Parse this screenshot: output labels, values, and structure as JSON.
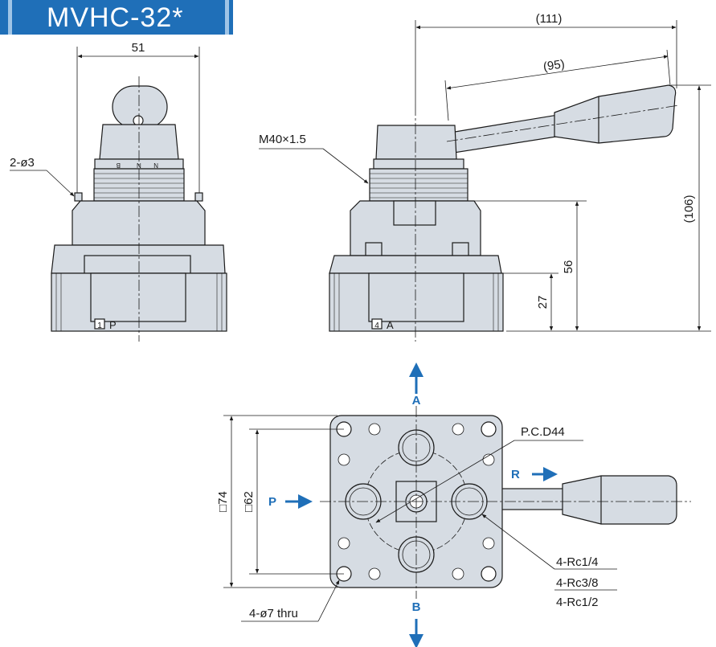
{
  "title": "MVHC-32*",
  "colors": {
    "banner": "#1f6fb8",
    "body": "#d6dce3",
    "outline": "#1a1a1a",
    "arrow": "#1f6fb8"
  },
  "dimensions": {
    "front_width": "51",
    "hole_label": "2-ø3",
    "thread_label": "M40×1.5",
    "length_111": "(111)",
    "length_95": "(95)",
    "height_106": "(106)",
    "height_56": "56",
    "height_27": "27",
    "square_74": "□74",
    "square_62": "□62",
    "pcd": "P.C.D44",
    "mount_holes": "4-ø7 thru",
    "port_size_1": "4-Rc1/4",
    "port_size_2": "4-Rc3/8",
    "port_size_3": "4-Rc1/2"
  },
  "ports": {
    "front_port_num": "1",
    "front_port": "P",
    "side_port_num": "4",
    "side_port": "A",
    "top": "A",
    "bottom": "B",
    "left": "P",
    "right": "R"
  },
  "knob_marks": [
    "B",
    "N",
    "N"
  ]
}
